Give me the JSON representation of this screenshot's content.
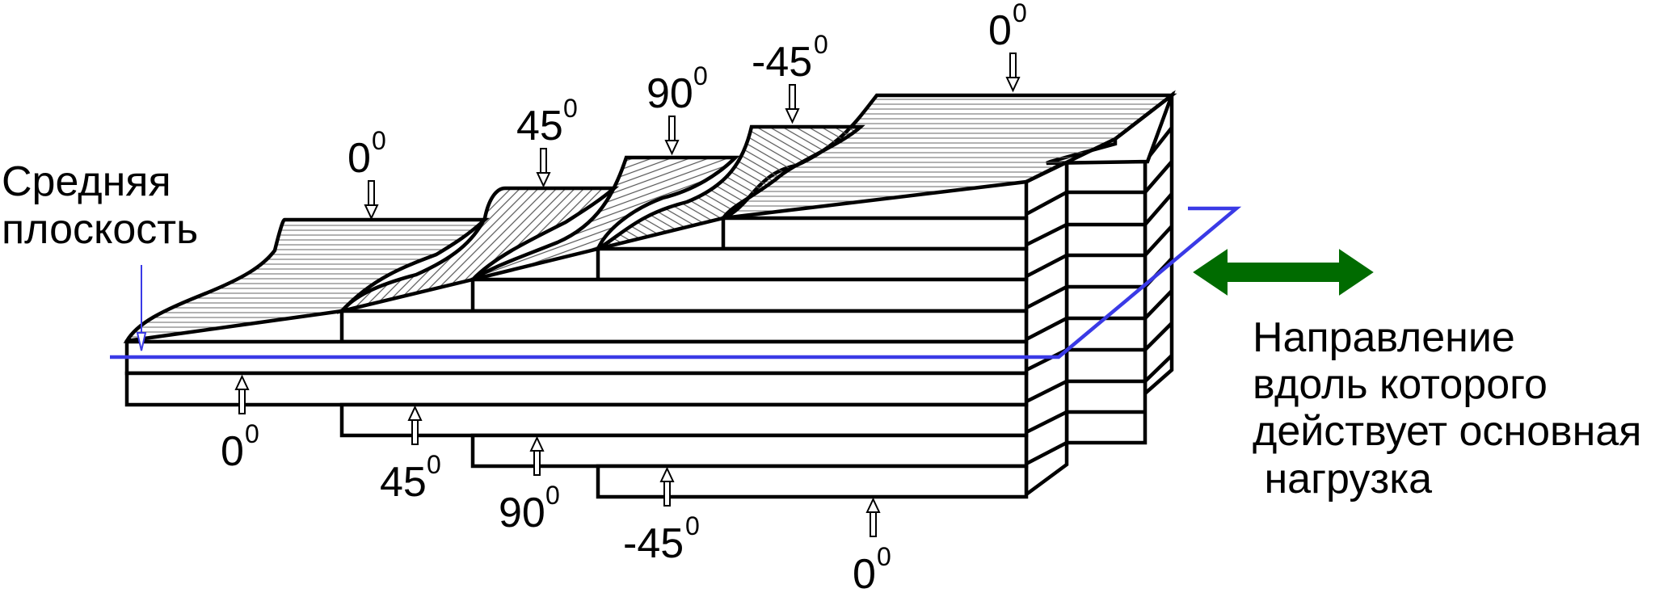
{
  "colors": {
    "outline": "#000000",
    "midplane": "#3a3ae6",
    "load_arrow": "#006b00",
    "hatch": "#555555"
  },
  "labels": {
    "midplane": [
      "Средняя",
      "плоскость"
    ],
    "load_direction": [
      "Направление",
      "вдоль которого",
      "действует основная",
      " нагрузка"
    ]
  },
  "top_angles": [
    {
      "value": "0",
      "sup": "0"
    },
    {
      "value": "45",
      "sup": "0"
    },
    {
      "value": "90",
      "sup": "0"
    },
    {
      "value": "-45",
      "sup": "0"
    },
    {
      "value": "0",
      "sup": "0"
    }
  ],
  "bottom_angles": [
    {
      "value": "0",
      "sup": "0"
    },
    {
      "value": "45",
      "sup": "0"
    },
    {
      "value": "90",
      "sup": "0"
    },
    {
      "value": "-45",
      "sup": "0"
    },
    {
      "value": "0",
      "sup": "0"
    }
  ]
}
